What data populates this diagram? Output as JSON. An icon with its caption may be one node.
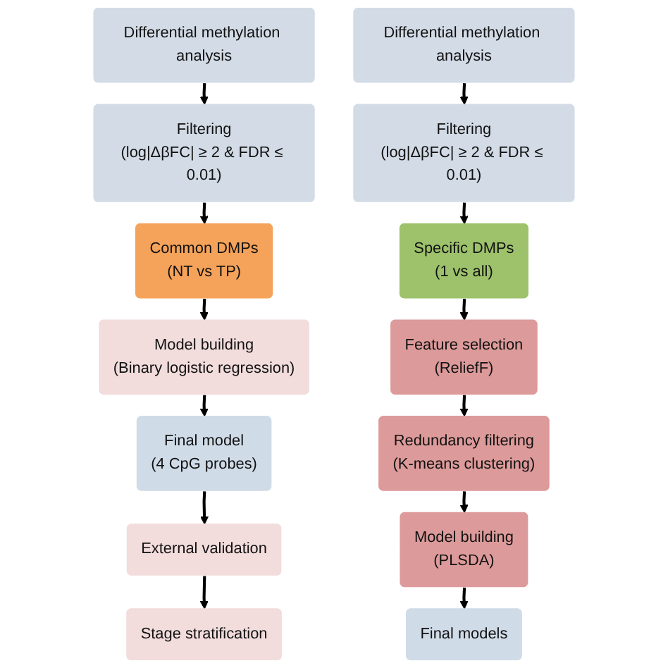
{
  "diagram": {
    "nodes": [
      {
        "text": [
          "Differential methylation analysis"
        ]
      },
      {
        "text": [
          "Filtering",
          "(log|ΔβFC| ≥ 2 & FDR ≤ 0.01)"
        ]
      },
      {
        "text": [
          "Common DMPs",
          "(NT vs TP)"
        ]
      },
      {
        "text": [
          "Model building",
          "(Binary logistic regression)"
        ]
      },
      {
        "text": [
          "Final model",
          "(4 CpG probes)"
        ]
      },
      {
        "text": [
          "External validation"
        ]
      },
      {
        "text": [
          "Stage stratification"
        ]
      },
      {
        "text": [
          "Differential methylation analysis"
        ]
      },
      {
        "text": [
          "Filtering",
          "(log|ΔβFC| ≥ 2 & FDR ≤ 0.01)"
        ]
      },
      {
        "text": [
          "Specific DMPs",
          "(1 vs all)"
        ]
      },
      {
        "text": [
          "Feature selection",
          "(ReliefF)"
        ]
      },
      {
        "text": [
          "Redundancy filtering",
          "(K-means clustering)"
        ]
      },
      {
        "text": [
          "Model building",
          "(PLSDA)"
        ]
      },
      {
        "text": [
          "Final models"
        ]
      }
    ],
    "edges": [
      {
        "from": 0,
        "to": 1,
        "arrow": "to"
      },
      {
        "from": 1,
        "to": 2,
        "arrow": "to"
      },
      {
        "from": 2,
        "to": 3,
        "arrow": "to"
      },
      {
        "from": 3,
        "to": 4,
        "arrow": "to"
      },
      {
        "from": 4,
        "to": 5,
        "arrow": "to"
      },
      {
        "from": 5,
        "to": 6,
        "arrow": "to"
      },
      {
        "from": 7,
        "to": 8,
        "arrow": "to"
      },
      {
        "from": 8,
        "to": 9,
        "arrow": "to"
      },
      {
        "from": 9,
        "to": 10,
        "arrow": "to"
      },
      {
        "from": 10,
        "to": 11,
        "arrow": "to"
      },
      {
        "from": 11,
        "to": 12,
        "arrow": "to"
      },
      {
        "from": 12,
        "to": 13,
        "arrow": "to"
      }
    ]
  }
}
